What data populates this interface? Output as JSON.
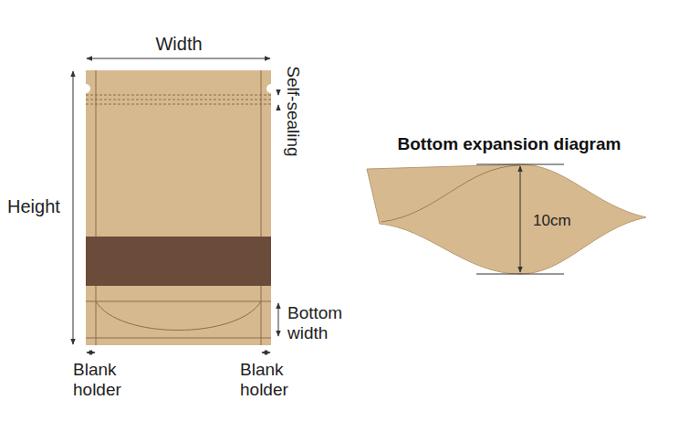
{
  "diagram": {
    "title": "Bottom expansion diagram",
    "labels": [
      "Width",
      "Self-sealing",
      "Height",
      "Bottom width",
      "Blank holder",
      "Blank holder",
      "10cm"
    ]
  }
}
